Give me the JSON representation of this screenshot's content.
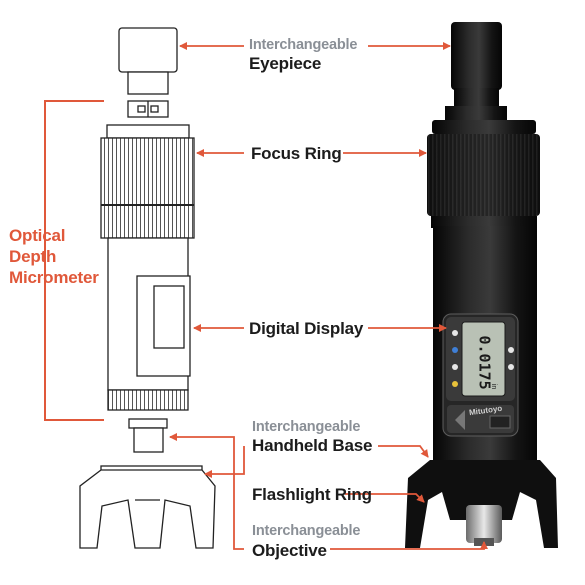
{
  "labels": {
    "eyepiece_prefix": "Interchangeable",
    "eyepiece": "Eyepiece",
    "focus_ring": "Focus Ring",
    "digital_display": "Digital Display",
    "base_prefix": "Interchangeable",
    "handheld_base": "Handheld Base",
    "flashlight_ring": "Flashlight Ring",
    "objective_prefix": "Interchangeable",
    "objective": "Objective"
  },
  "side_label": {
    "line1": "Optical",
    "line2": "Depth",
    "line3": "Micrometer"
  },
  "display": {
    "reading": "0.0175",
    "unit": "in",
    "brand": "Mitutoyo"
  },
  "colors": {
    "accent": "#e0583a",
    "text_dark": "#1c1c1c",
    "text_grey": "#8a8f96",
    "body_black": "#111111",
    "lcd": "#b9c1b5"
  }
}
